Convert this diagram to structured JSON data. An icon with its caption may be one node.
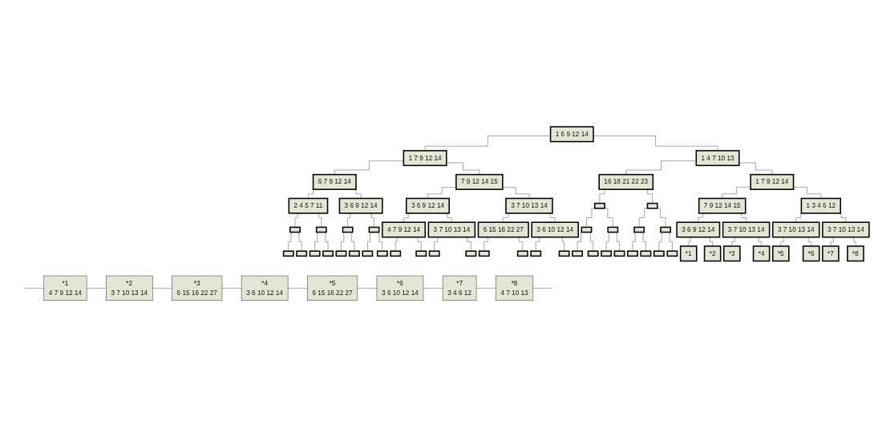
{
  "diagram": {
    "nodes": [
      {
        "text": [
          "1 6 9 12 14"
        ]
      },
      {
        "text": [
          "1 7 9 12 14"
        ]
      },
      {
        "text": [
          "1 4 7 10 13"
        ]
      },
      {
        "text": [
          "6 7 9 12 14"
        ]
      },
      {
        "text": [
          "7 9 12 14 15"
        ]
      },
      {
        "text": [
          "16 18 21 22 23"
        ]
      },
      {
        "text": [
          "1 7 9 12 14"
        ]
      },
      {
        "text": [
          "2 4 5 7 11"
        ]
      },
      {
        "text": [
          "3 6 9 12 14"
        ]
      },
      {
        "text": [
          "3 6 9 12 14"
        ]
      },
      {
        "text": [
          "3 7 10 13 14"
        ]
      },
      {
        "text": [],
        "shape": "box"
      },
      {
        "text": [],
        "shape": "box"
      },
      {
        "text": [
          "7 9 12 14 15"
        ]
      },
      {
        "text": [
          "1 3 4 6 12"
        ]
      },
      {
        "text": [],
        "shape": "box"
      },
      {
        "text": [],
        "shape": "box"
      },
      {
        "text": [],
        "shape": "box"
      },
      {
        "text": [],
        "shape": "box"
      },
      {
        "text": [
          "4 7 9 12 14"
        ]
      },
      {
        "text": [
          "3 7 10 13 14"
        ]
      },
      {
        "text": [
          "6 15 16 22 27"
        ]
      },
      {
        "text": [
          "3 6 10 12 14"
        ]
      },
      {
        "text": [],
        "shape": "box"
      },
      {
        "text": [],
        "shape": "box"
      },
      {
        "text": [],
        "shape": "box"
      },
      {
        "text": [],
        "shape": "box"
      },
      {
        "text": [
          "3 6 9 12 14"
        ]
      },
      {
        "text": [
          "3 7 10 13 14"
        ]
      },
      {
        "text": [
          "3 7 10 13 14"
        ]
      },
      {
        "text": [
          "3 7 10 13 14"
        ]
      },
      {
        "text": [],
        "shape": "box"
      },
      {
        "text": [],
        "shape": "box"
      },
      {
        "text": [],
        "shape": "box"
      },
      {
        "text": [],
        "shape": "box"
      },
      {
        "text": [],
        "shape": "box"
      },
      {
        "text": [],
        "shape": "box"
      },
      {
        "text": [],
        "shape": "box"
      },
      {
        "text": [],
        "shape": "box"
      },
      {
        "text": [],
        "shape": "box"
      },
      {
        "text": [],
        "shape": "box"
      },
      {
        "text": [],
        "shape": "box"
      },
      {
        "text": [],
        "shape": "box"
      },
      {
        "text": [],
        "shape": "box"
      },
      {
        "text": [],
        "shape": "box"
      },
      {
        "text": [],
        "shape": "box"
      },
      {
        "text": [],
        "shape": "box"
      },
      {
        "text": [],
        "shape": "box"
      },
      {
        "text": [],
        "shape": "box"
      },
      {
        "text": [],
        "shape": "box"
      },
      {
        "text": [],
        "shape": "box"
      },
      {
        "text": [],
        "shape": "box"
      },
      {
        "text": [],
        "shape": "box"
      },
      {
        "text": [],
        "shape": "box"
      },
      {
        "text": [],
        "shape": "box"
      },
      {
        "text": [
          "*1"
        ]
      },
      {
        "text": [
          "*2"
        ]
      },
      {
        "text": [
          "*3"
        ]
      },
      {
        "text": [
          "*4"
        ]
      },
      {
        "text": [
          "*5"
        ]
      },
      {
        "text": [
          "*6"
        ]
      },
      {
        "text": [
          "*7"
        ]
      },
      {
        "text": [
          "*8"
        ]
      },
      {
        "text": [
          "*1",
          "4 7 9 12 14"
        ]
      },
      {
        "text": [
          "*2",
          "3 7 10 13 14"
        ]
      },
      {
        "text": [
          "*3",
          "6 15 16 22 27"
        ]
      },
      {
        "text": [
          "*4",
          "3 6 10 12 14"
        ]
      },
      {
        "text": [
          "*5",
          "6 15 16 22 27"
        ]
      },
      {
        "text": [
          "*6",
          "3 6 10 12 14"
        ]
      },
      {
        "text": [
          "*7",
          "3 4 6 12"
        ]
      },
      {
        "text": [
          "*8",
          "4 7 10 13"
        ]
      }
    ],
    "edges": [
      {
        "from": 0,
        "to": 1,
        "arrow": "none"
      },
      {
        "from": 0,
        "to": 2,
        "arrow": "none"
      },
      {
        "from": 1,
        "to": 3,
        "arrow": "none"
      },
      {
        "from": 1,
        "to": 4,
        "arrow": "none"
      },
      {
        "from": 2,
        "to": 5,
        "arrow": "none"
      },
      {
        "from": 2,
        "to": 6,
        "arrow": "none"
      },
      {
        "from": 3,
        "to": 7,
        "arrow": "none"
      },
      {
        "from": 3,
        "to": 8,
        "arrow": "none"
      },
      {
        "from": 4,
        "to": 9,
        "arrow": "none"
      },
      {
        "from": 4,
        "to": 10,
        "arrow": "none"
      },
      {
        "from": 5,
        "to": 11,
        "arrow": "none"
      },
      {
        "from": 5,
        "to": 12,
        "arrow": "none"
      },
      {
        "from": 6,
        "to": 13,
        "arrow": "none"
      },
      {
        "from": 6,
        "to": 14,
        "arrow": "none"
      },
      {
        "from": 7,
        "to": 15,
        "arrow": "none"
      },
      {
        "from": 7,
        "to": 16,
        "arrow": "none"
      },
      {
        "from": 8,
        "to": 17,
        "arrow": "none"
      },
      {
        "from": 8,
        "to": 18,
        "arrow": "none"
      },
      {
        "from": 9,
        "to": 19,
        "arrow": "none"
      },
      {
        "from": 9,
        "to": 20,
        "arrow": "none"
      },
      {
        "from": 10,
        "to": 21,
        "arrow": "none"
      },
      {
        "from": 10,
        "to": 22,
        "arrow": "none"
      },
      {
        "from": 11,
        "to": 23,
        "arrow": "none"
      },
      {
        "from": 11,
        "to": 24,
        "arrow": "none"
      },
      {
        "from": 12,
        "to": 25,
        "arrow": "none"
      },
      {
        "from": 12,
        "to": 26,
        "arrow": "none"
      },
      {
        "from": 13,
        "to": 27,
        "arrow": "none"
      },
      {
        "from": 13,
        "to": 28,
        "arrow": "none"
      },
      {
        "from": 14,
        "to": 29,
        "arrow": "none"
      },
      {
        "from": 14,
        "to": 30,
        "arrow": "none"
      },
      {
        "from": 15,
        "to": 31,
        "arrow": "none"
      },
      {
        "from": 15,
        "to": 32,
        "arrow": "none"
      },
      {
        "from": 16,
        "to": 33,
        "arrow": "none"
      },
      {
        "from": 16,
        "to": 34,
        "arrow": "none"
      },
      {
        "from": 17,
        "to": 35,
        "arrow": "none"
      },
      {
        "from": 17,
        "to": 36,
        "arrow": "none"
      },
      {
        "from": 18,
        "to": 37,
        "arrow": "none"
      },
      {
        "from": 18,
        "to": 38,
        "arrow": "none"
      },
      {
        "from": 19,
        "to": 39,
        "arrow": "none"
      },
      {
        "from": 19,
        "to": 40,
        "arrow": "none"
      },
      {
        "from": 20,
        "to": 41,
        "arrow": "none"
      },
      {
        "from": 20,
        "to": 42,
        "arrow": "none"
      },
      {
        "from": 21,
        "to": 43,
        "arrow": "none"
      },
      {
        "from": 21,
        "to": 44,
        "arrow": "none"
      },
      {
        "from": 22,
        "to": 45,
        "arrow": "none"
      },
      {
        "from": 22,
        "to": 46,
        "arrow": "none"
      },
      {
        "from": 23,
        "to": 47,
        "arrow": "none"
      },
      {
        "from": 23,
        "to": 48,
        "arrow": "none"
      },
      {
        "from": 24,
        "to": 49,
        "arrow": "none"
      },
      {
        "from": 24,
        "to": 50,
        "arrow": "none"
      },
      {
        "from": 25,
        "to": 51,
        "arrow": "none"
      },
      {
        "from": 25,
        "to": 52,
        "arrow": "none"
      },
      {
        "from": 26,
        "to": 53,
        "arrow": "none"
      },
      {
        "from": 26,
        "to": 54,
        "arrow": "none"
      },
      {
        "from": 27,
        "to": 55,
        "arrow": "none"
      },
      {
        "from": 27,
        "to": 56,
        "arrow": "none"
      },
      {
        "from": 28,
        "to": 57,
        "arrow": "none"
      },
      {
        "from": 28,
        "to": 58,
        "arrow": "none"
      },
      {
        "from": 29,
        "to": 59,
        "arrow": "none"
      },
      {
        "from": 29,
        "to": 60,
        "arrow": "none"
      },
      {
        "from": 30,
        "to": 61,
        "arrow": "none"
      },
      {
        "from": 30,
        "to": 62,
        "arrow": "none"
      },
      {
        "from": null,
        "to": 63,
        "arrow": "none"
      },
      {
        "from": 63,
        "to": 64,
        "arrow": "none"
      },
      {
        "from": 64,
        "to": 65,
        "arrow": "none"
      },
      {
        "from": 65,
        "to": 66,
        "arrow": "none"
      },
      {
        "from": 66,
        "to": 67,
        "arrow": "none"
      },
      {
        "from": 67,
        "to": 68,
        "arrow": "none"
      },
      {
        "from": 68,
        "to": 69,
        "arrow": "none"
      },
      {
        "from": 69,
        "to": 70,
        "arrow": "none"
      },
      {
        "from": 70,
        "to": null,
        "arrow": "none"
      }
    ]
  }
}
